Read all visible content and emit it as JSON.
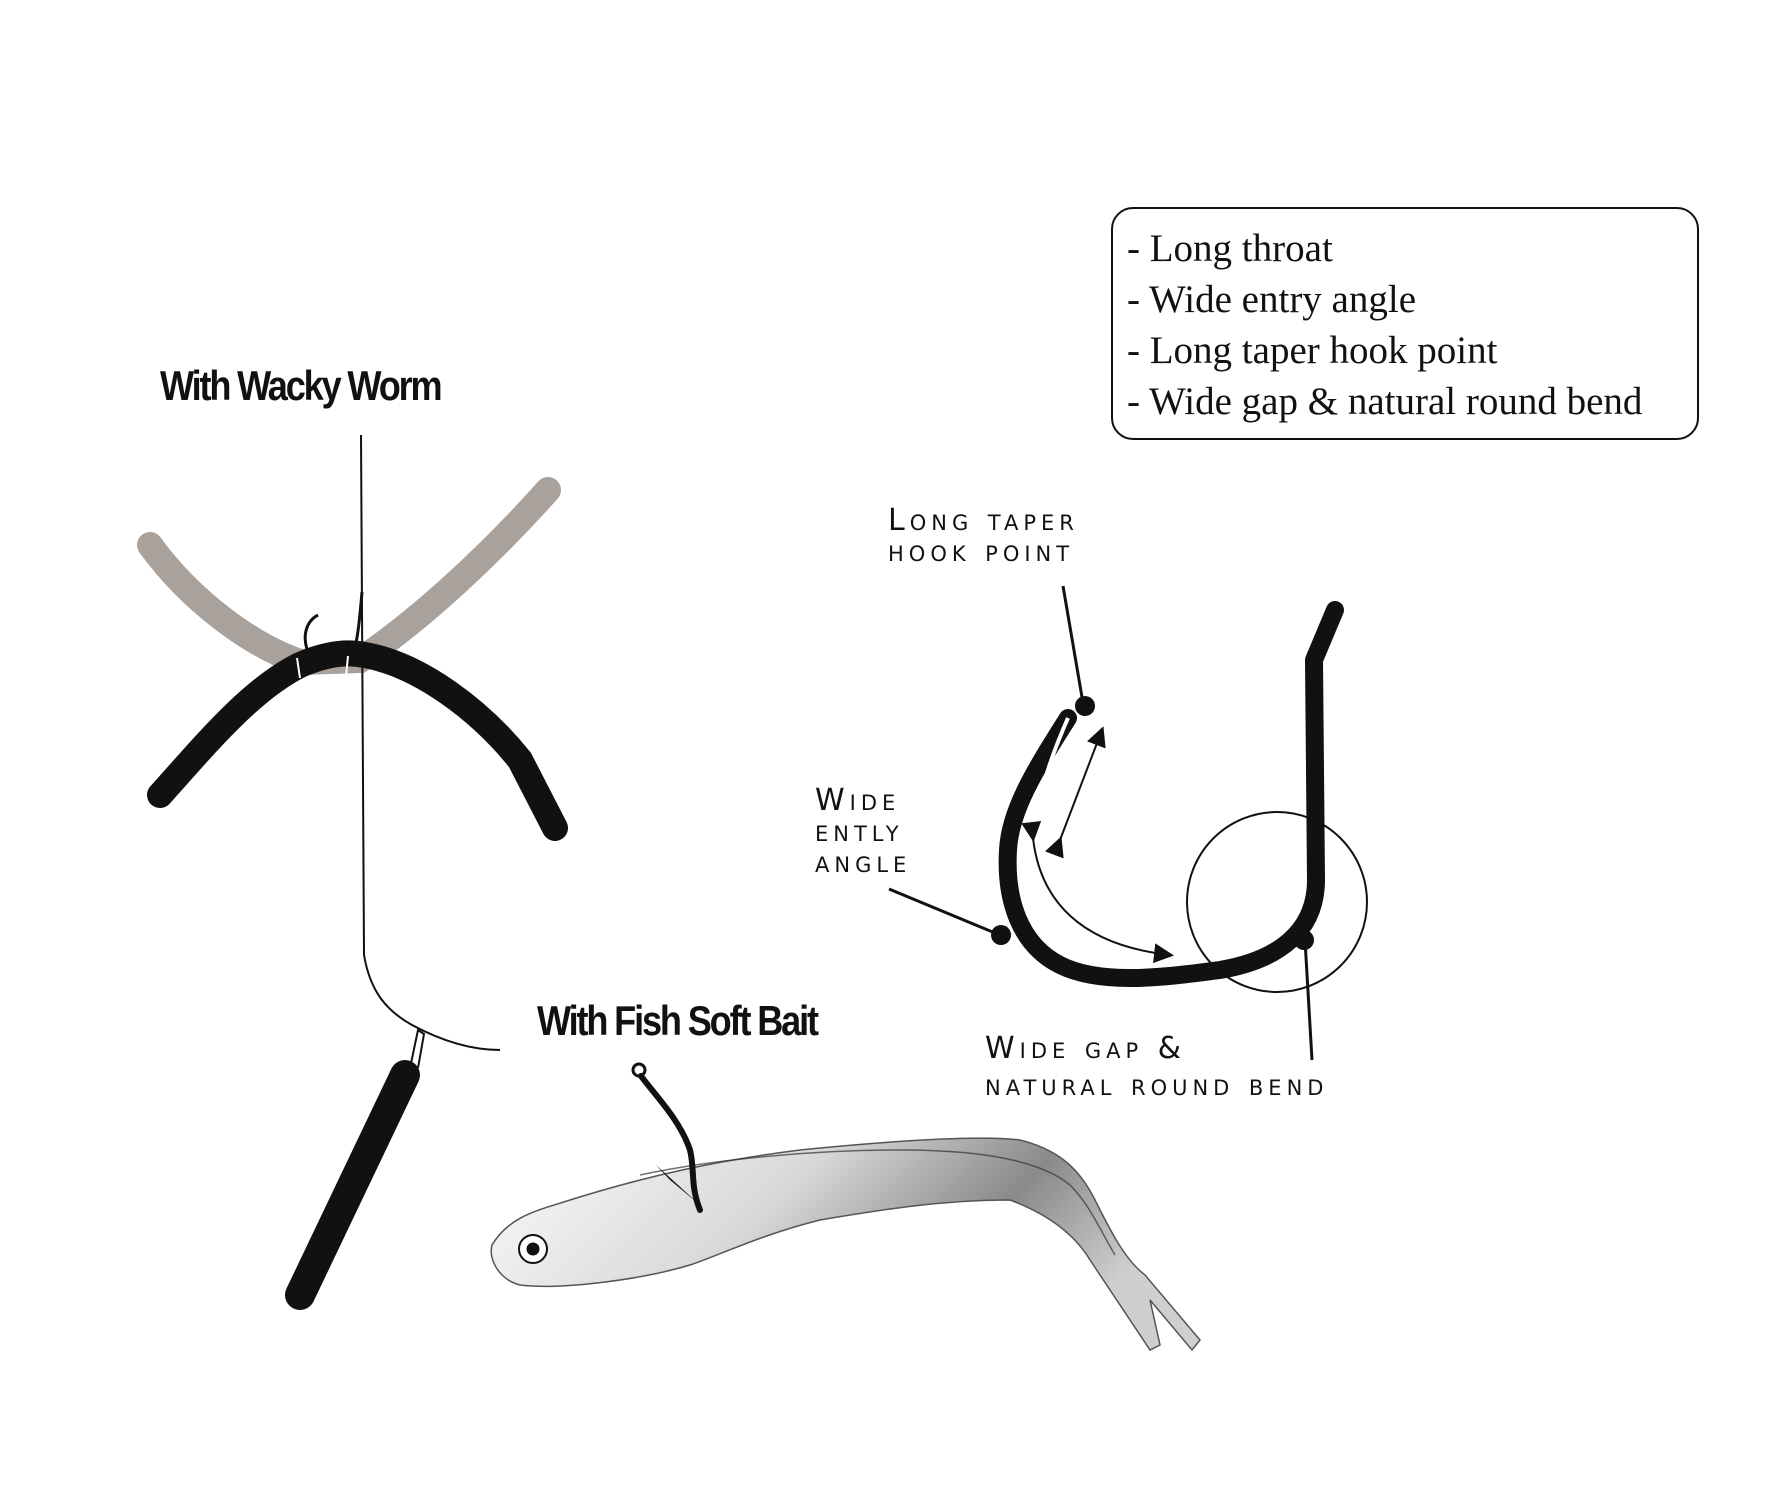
{
  "features": [
    "- Long throat",
    "- Wide entry angle",
    "- Long taper hook point",
    "- Wide gap & natural round bend"
  ],
  "headings": {
    "wacky": "With Wacky Worm",
    "fish": "With Fish Soft Bait"
  },
  "callouts": {
    "taper_line1": "Long taper",
    "taper_line2": "hook point",
    "entry_line1": "Wide",
    "entry_line2": "ently",
    "entry_line3": "angle",
    "gap_line1": "Wide gap &",
    "gap_line2": "natural round bend"
  },
  "colors": {
    "ink": "#111111",
    "worm_back": "#a8a19c",
    "fish_light": "#f2f2f2",
    "fish_dark": "#7a7a7a"
  }
}
